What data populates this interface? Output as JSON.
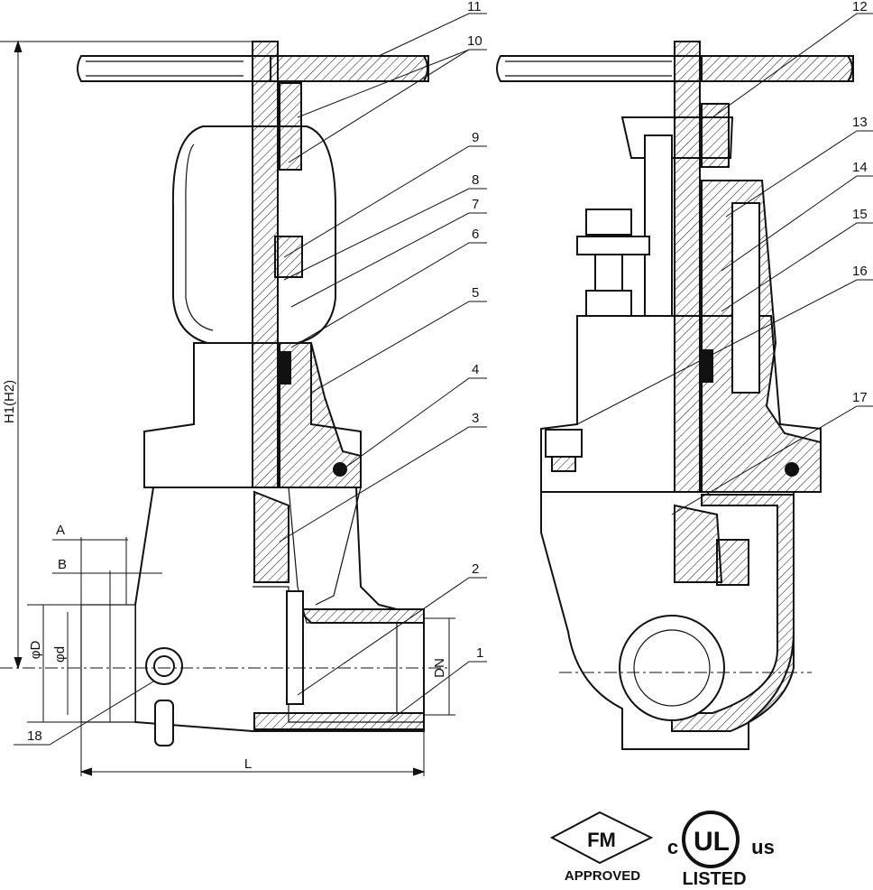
{
  "callouts": [
    {
      "num": "1"
    },
    {
      "num": "2"
    },
    {
      "num": "3"
    },
    {
      "num": "4"
    },
    {
      "num": "5"
    },
    {
      "num": "6"
    },
    {
      "num": "7"
    },
    {
      "num": "8"
    },
    {
      "num": "9"
    },
    {
      "num": "10"
    },
    {
      "num": "11"
    },
    {
      "num": "12"
    },
    {
      "num": "13"
    },
    {
      "num": "14"
    },
    {
      "num": "15"
    },
    {
      "num": "16"
    },
    {
      "num": "17"
    },
    {
      "num": "18"
    }
  ],
  "dimensions": {
    "height": "H1(H2)",
    "length": "L",
    "a": "A",
    "b": "B",
    "outer_dia": "φD",
    "inner_dia": "φd",
    "nominal": "DN"
  },
  "certifications": {
    "fm_mark": "FM",
    "fm_caption": "APPROVED",
    "ul_c": "c",
    "ul_mark": "UL",
    "ul_us": "us",
    "ul_caption": "LISTED"
  },
  "colors": {
    "ink": "#111111",
    "paper": "#ffffff"
  }
}
